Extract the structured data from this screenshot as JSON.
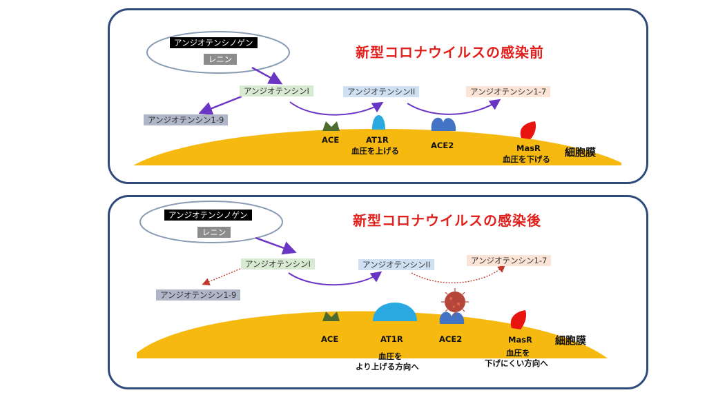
{
  "before": {
    "title": "新型コロナウイルスの感染前",
    "angiotensinogen": "アンジオテンシノゲン",
    "renin": "レニン",
    "ang1": "アンジオテンシンI",
    "ang2": "アンジオテンシンII",
    "ang17": "アンジオテンシン1-7",
    "ang19": "アンジオテンシン1-9",
    "ace": "ACE",
    "at1r": "AT1R",
    "at1r_note": "血圧を上げる",
    "ace2": "ACE2",
    "masr": "MasR",
    "masr_note": "血圧を下げる",
    "membrane": "細胞膜"
  },
  "after": {
    "title": "新型コロナウイルスの感染後",
    "angiotensinogen": "アンジオテンシノゲン",
    "renin": "レニン",
    "ang1": "アンジオテンシンI",
    "ang2": "アンジオテンシンII",
    "ang17": "アンジオテンシン1-7",
    "ang19": "アンジオテンシン1-9",
    "ace": "ACE",
    "at1r": "AT1R",
    "at1r_note_1": "血圧を",
    "at1r_note_2": "より上げる方向へ",
    "ace2": "ACE2",
    "masr": "MasR",
    "masr_note_1": "血圧を",
    "masr_note_2": "下げにくい方向へ",
    "membrane": "細胞膜"
  },
  "colors": {
    "border": "#2f4a7a",
    "title": "#e0201c",
    "membrane": "#f5b90f",
    "arrow": "#6a35c4",
    "dotted_arrow": "#c0392b",
    "ace": "#4e6b2f",
    "at1r": "#29a9e0",
    "ace2": "#4472c4",
    "masr": "#e8140f",
    "virus": "#b5473a"
  },
  "icons": [
    "ace-receptor-icon",
    "at1r-receptor-icon",
    "ace2-receptor-icon",
    "masr-receptor-icon",
    "coronavirus-icon"
  ]
}
